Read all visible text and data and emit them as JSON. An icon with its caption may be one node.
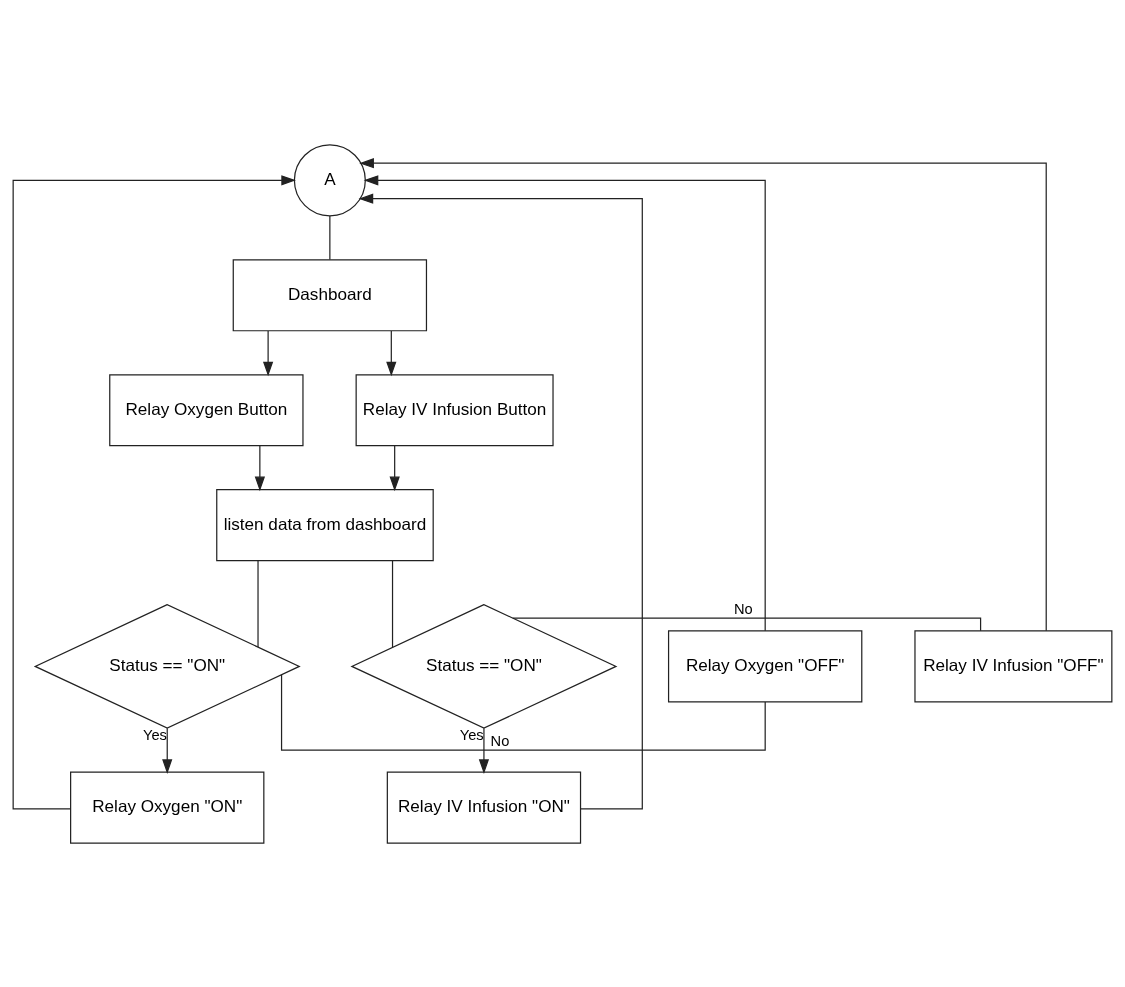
{
  "diagram": {
    "nodes": [
      {
        "text": [
          "A"
        ]
      },
      {
        "text": [
          "Dashboard"
        ]
      },
      {
        "text": [
          "Relay Oxygen Button"
        ]
      },
      {
        "text": [
          "Relay IV Infusion Button"
        ]
      },
      {
        "text": [
          "listen data from dashboard"
        ]
      },
      {
        "text": [
          "Relay Oxygen \"OFF\""
        ]
      },
      {
        "text": [
          "Status == \"ON\""
        ]
      },
      {
        "text": [
          "Relay IV Infusion \"OFF\""
        ]
      },
      {
        "text": [
          "Status == \"ON\""
        ]
      },
      {
        "text": [
          "Relay Oxygen \"ON\""
        ]
      },
      {
        "text": [
          "Relay IV Infusion \"ON\""
        ]
      }
    ],
    "edges": [
      {
        "from": 0,
        "to": 1,
        "arrow": "none"
      },
      {
        "from": 1,
        "to": 2,
        "arrow": "to"
      },
      {
        "from": 1,
        "to": 3,
        "arrow": "to"
      },
      {
        "from": 2,
        "to": 4,
        "arrow": "to"
      },
      {
        "from": 3,
        "to": 4,
        "arrow": "to"
      },
      {
        "from": 4,
        "to": 6,
        "arrow": "none"
      },
      {
        "from": 4,
        "to": 8,
        "arrow": "none"
      },
      {
        "from": 6,
        "to": 5,
        "label": "No",
        "arrow": "none"
      },
      {
        "from": 6,
        "to": 9,
        "label": "Yes",
        "arrow": "to"
      },
      {
        "from": 8,
        "to": 7,
        "label": "No",
        "arrow": "none"
      },
      {
        "from": 8,
        "to": 10,
        "label": "Yes",
        "arrow": "to"
      },
      {
        "from": 5,
        "to": 0,
        "arrow": "to"
      },
      {
        "from": 9,
        "to": 0,
        "arrow": "to"
      },
      {
        "from": 7,
        "to": 0,
        "arrow": "to"
      },
      {
        "from": 10,
        "to": 0,
        "arrow": "to"
      }
    ]
  }
}
